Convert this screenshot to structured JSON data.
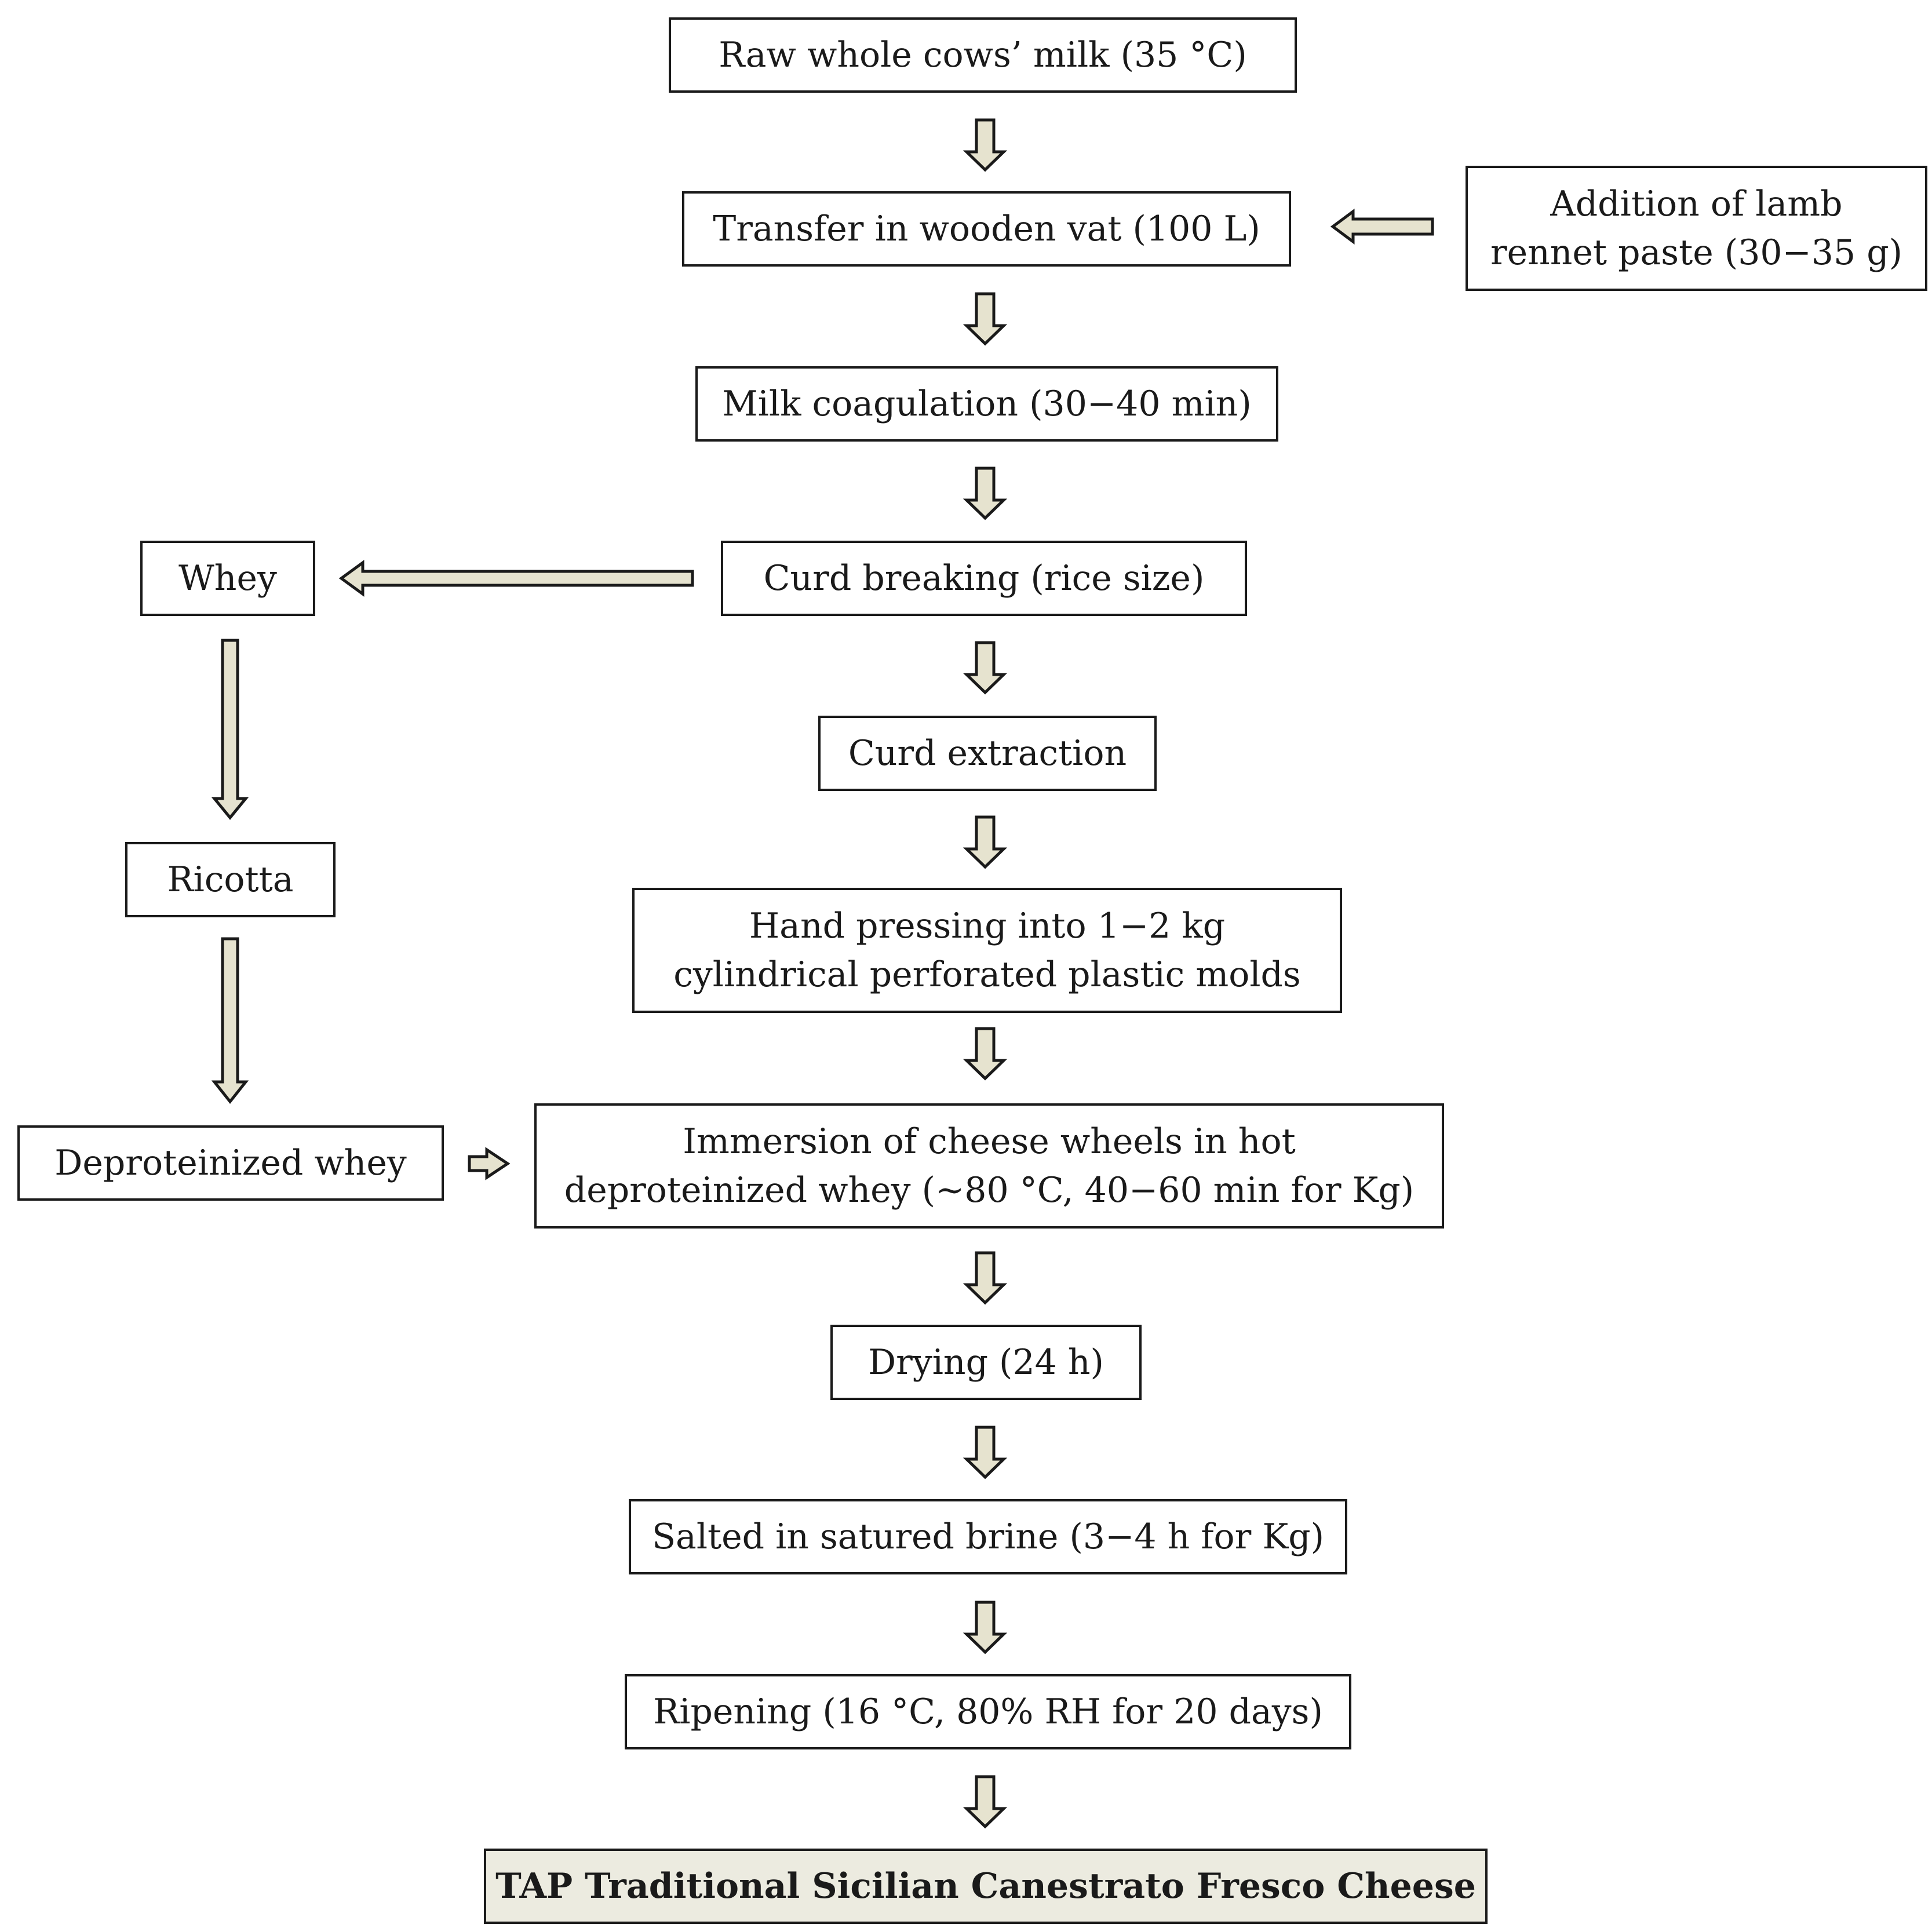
{
  "steps": {
    "raw_milk": "Raw whole cows’ milk (35 °C)",
    "transfer": "Transfer in wooden vat (100 L)",
    "rennet_line1": "Addition of lamb",
    "rennet_line2": "rennet paste (30−35 g)",
    "coagulation": "Milk coagulation (30−40 min)",
    "curd_breaking": "Curd breaking (rice size)",
    "whey": "Whey",
    "curd_extraction": "Curd extraction",
    "ricotta": "Ricotta",
    "pressing_line1": "Hand pressing into 1−2 kg",
    "pressing_line2": "cylindrical perforated plastic molds",
    "deproteinized_whey": "Deproteinized whey",
    "immersion_line1": "Immersion of cheese wheels in hot",
    "immersion_line2": "deproteinized whey (~80 °C, 40−60 min for Kg)",
    "drying": "Drying (24 h)",
    "salting": "Salted in satured brine (3−4 h for Kg)",
    "ripening": "Ripening (16 °C, 80% RH for 20 days)",
    "final_product": "TAP Traditional Sicilian Canestrato Fresco Cheese"
  },
  "colors": {
    "arrow_fill": "#e6e3cf",
    "final_fill": "#ecebe0",
    "stroke": "#1a1a1a"
  }
}
